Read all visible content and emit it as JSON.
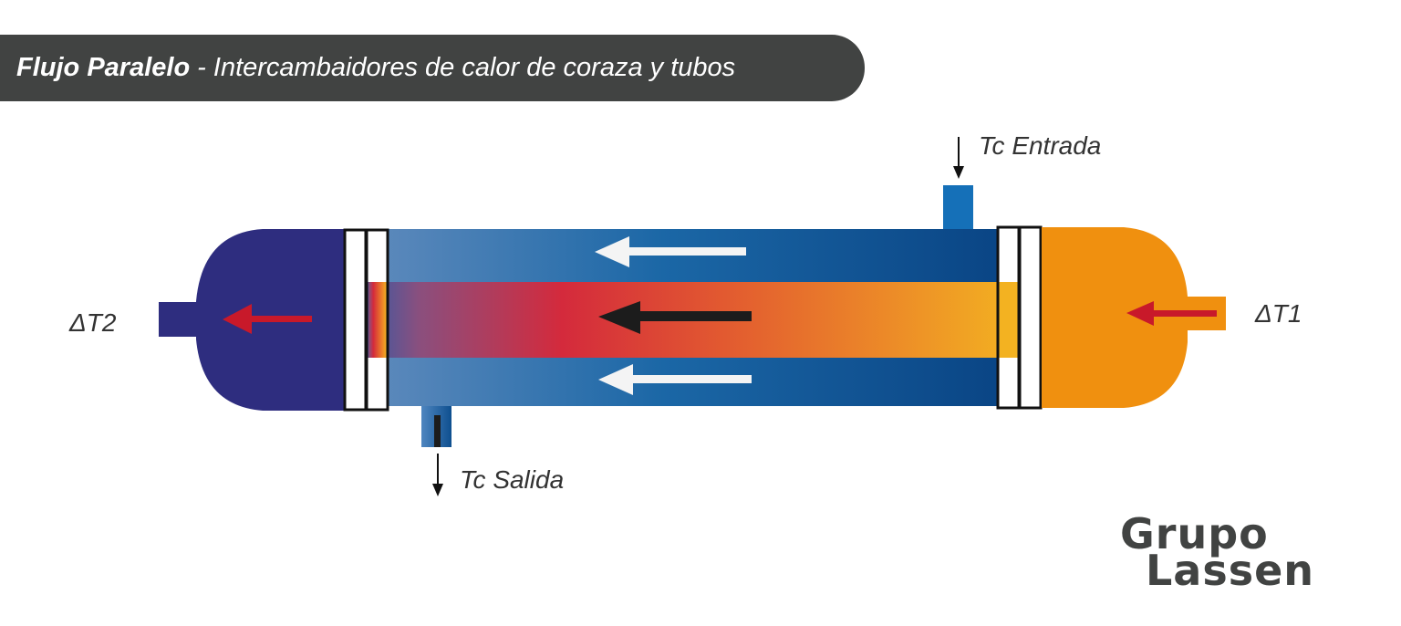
{
  "header": {
    "title_bold": "Flujo Paralelo",
    "title_rest": "- Intercambaidores de calor de coraza y tubos"
  },
  "diagram": {
    "inlet_shell_label": "Tc Entrada",
    "outlet_shell_label": "Tc Salida",
    "left_label": "ΔT2",
    "right_label": "ΔT1",
    "colors": {
      "left_head": "#2e2d7f",
      "right_head": "#f0900f",
      "shell_light": "#5a88bb",
      "shell_dark": "#0a4585",
      "tube_cold": "#3b5aa3",
      "tube_mid": "#d42a3c",
      "tube_hot": "#f3b221",
      "arrow_red": "#c8192a",
      "arrow_white": "#f4f4f4",
      "arrow_black": "#1c1c1c",
      "nozzle_blue": "#1570b8"
    }
  },
  "logo": {
    "line1": "Grupo",
    "line2": "Lassen"
  }
}
